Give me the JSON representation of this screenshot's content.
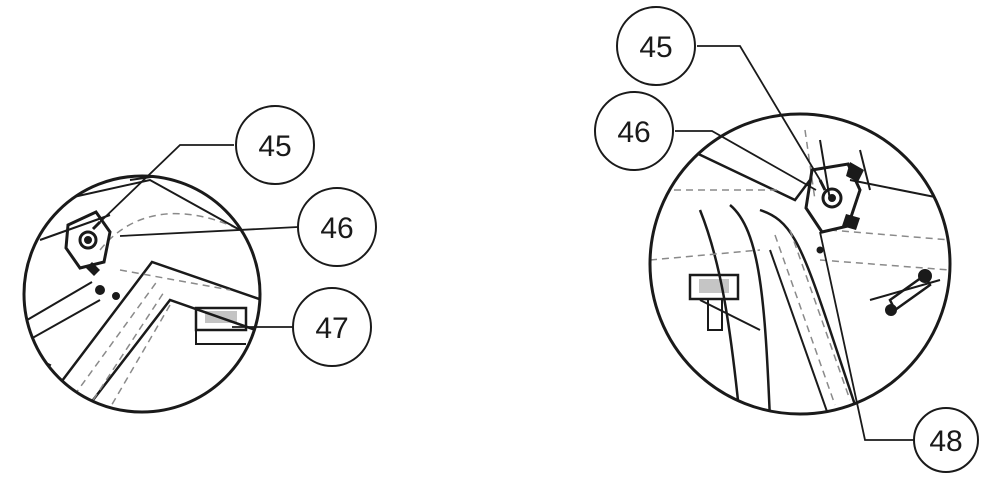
{
  "callouts_left": [
    "45",
    "46",
    "47"
  ],
  "callouts_right": [
    "45",
    "46",
    "48"
  ],
  "colors": {
    "line": "#1a1a1a",
    "dashed": "#8a8a8a",
    "background": "#ffffff"
  }
}
